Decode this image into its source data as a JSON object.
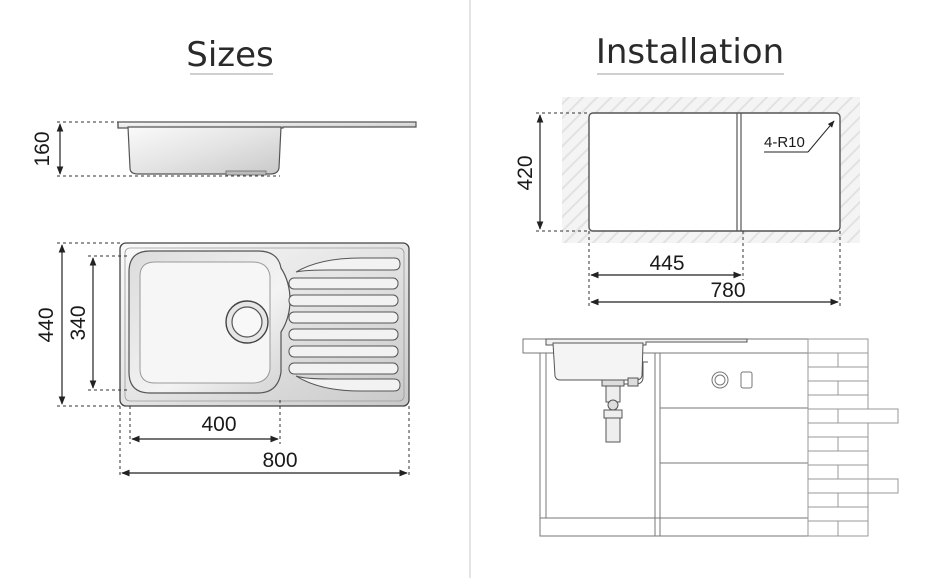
{
  "sizes": {
    "title": "Sizes",
    "depth": "160",
    "width_outer": "440",
    "width_inner": "340",
    "bowl_length": "400",
    "total_length": "800"
  },
  "installation": {
    "title": "Installation",
    "cutout_depth": "420",
    "bowl_offset": "445",
    "cutout_length": "780",
    "corner_radius": "4-R10"
  }
}
